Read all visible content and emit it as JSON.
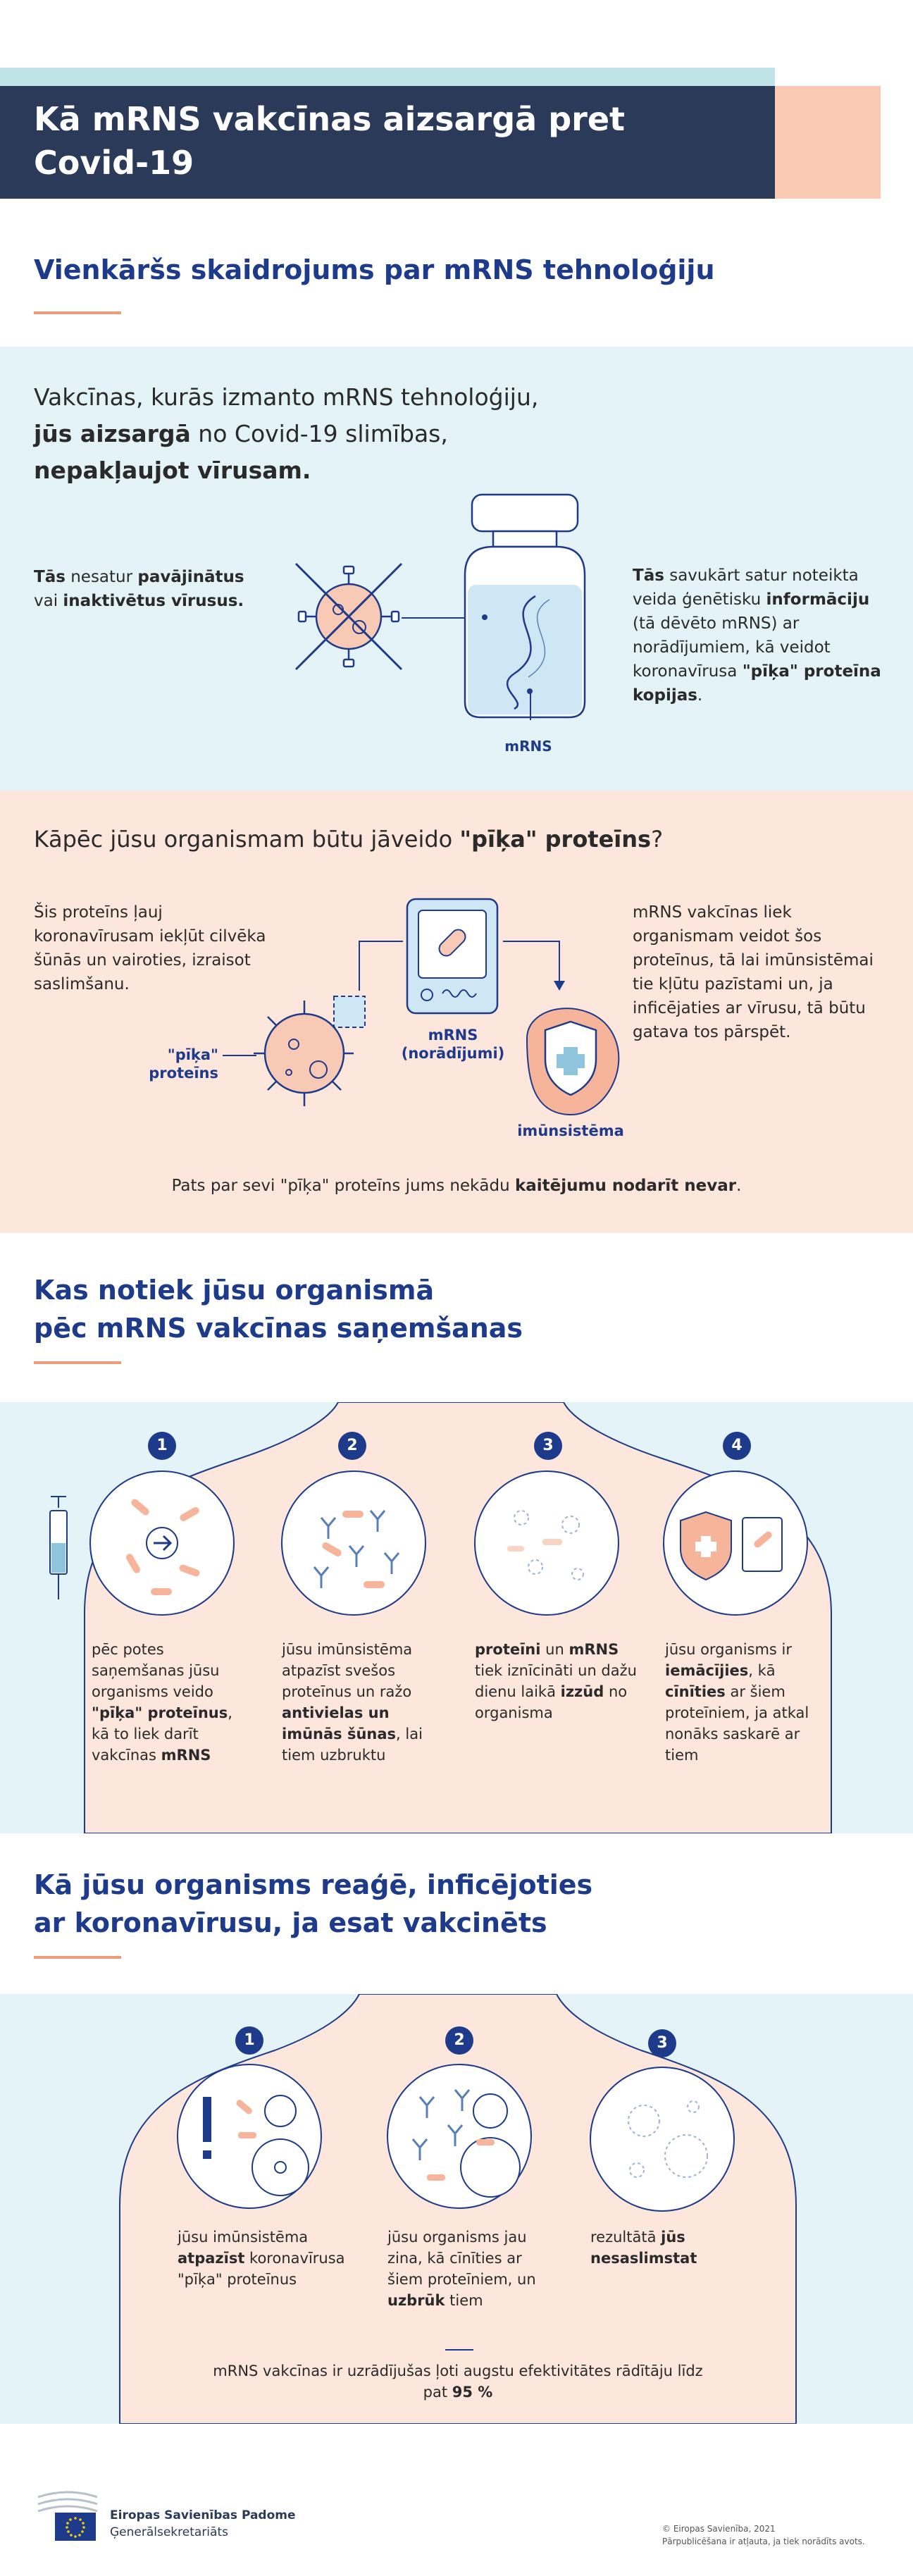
{
  "header": {
    "title": "Kā mRNS vakcīnas aizsargā pret Covid-19"
  },
  "section1": {
    "title": "Vienkāršs skaidrojums par mRNS tehnoloģiju",
    "intro_a": "Vakcīnas, kurās izmanto mRNS tehnoloģiju,",
    "intro_b_bold": "jūs aizsargā",
    "intro_b_rest": " no Covid-19 slimības,",
    "intro_c_bold": "nepakļaujot vīrusam.",
    "left_bold1": "Tās",
    "left_t1": " nesatur ",
    "left_bold2": "pavājinātus",
    "left_t2": " vai ",
    "left_bold3": "inaktivētus vīrusus.",
    "right_bold1": "Tās",
    "right_t1": " savukārt satur noteikta veida ģenētisku ",
    "right_bold2": "informāciju",
    "right_t2": " (tā dēvēto mRNS) ar norādījumiem, kā veidot koronavīrusa ",
    "right_bold3": "\"pīķa\" proteīna kopijas",
    "right_t3": ".",
    "mrns_label": "mRNS"
  },
  "section2": {
    "title_a": "Kāpēc jūsu organismam būtu jāveido ",
    "title_bold": "\"pīķa\" proteīns",
    "title_b": "?",
    "left_text": "Šis proteīns ļauj koronavīrusam iekļūt cilvēka šūnās un vairoties, izraisot saslimšanu.",
    "right_text": "mRNS vakcīnas liek organismam veidot šos proteīnus, tā lai imūnsistēmai tie kļūtu pazīstami un, ja inficējaties ar vīrusu, tā būtu gatava tos pārspēt.",
    "spike_label": "\"pīķa\" proteīns",
    "mrns_label_1": "mRNS",
    "mrns_label_2": "(norādījumi)",
    "immune_label": "imūnsistēma",
    "bottom_a": "Pats par sevi \"pīķa\" proteīns jums nekādu ",
    "bottom_bold": "kaitējumu nodarīt nevar",
    "bottom_b": "."
  },
  "section3": {
    "title_line1": "Kas notiek jūsu organismā",
    "title_line2": "pēc mRNS vakcīnas saņemšanas",
    "steps": [
      {
        "num": "1",
        "t1": "pēc potes saņemšanas jūsu organisms veido ",
        "b1": "\"pīķa\" proteīnus",
        "t2": ", kā to liek darīt vakcīnas ",
        "b2": "mRNS",
        "t3": ""
      },
      {
        "num": "2",
        "t1": "jūsu imūnsistēma atpazīst svešos proteīnus un ražo ",
        "b1": "antivielas un imūnās šūnas",
        "t2": ", lai tiem uzbruktu",
        "b2": "",
        "t3": ""
      },
      {
        "num": "3",
        "t1": "",
        "b1": "proteīni",
        "t2": " un ",
        "b2": "mRNS",
        "t3": " tiek iznīcināti un dažu dienu laikā ",
        "b3": "izzūd",
        "t4": " no organisma"
      },
      {
        "num": "4",
        "t1": "jūsu organisms ir ",
        "b1": "iemācījies",
        "t2": ", kā ",
        "b2": "cīnīties",
        "t3": " ar šiem proteīniem, ja atkal nonāks saskarē ar tiem"
      }
    ]
  },
  "section4": {
    "title_line1": "Kā jūsu organisms reaģē, inficējoties",
    "title_line2": "ar koronavīrusu, ja esat vakcinēts",
    "steps": [
      {
        "num": "1",
        "t1": "jūsu imūnsistēma ",
        "b1": "atpazīst",
        "t2": " koronavīrusa \"pīķa\" proteīnus"
      },
      {
        "num": "2",
        "t1": "jūsu organisms jau zina, kā cīnīties ar šiem proteīniem, un ",
        "b1": "uzbrūk",
        "t2": " tiem"
      },
      {
        "num": "3",
        "t1": "rezultātā ",
        "b1": "jūs nesaslimstat",
        "t2": ""
      }
    ],
    "efficacy_a": "mRNS vakcīnas ir uzrādījušas ļoti augstu efektivitātes rādītāju līdz pat ",
    "efficacy_bold": "95 %"
  },
  "footer": {
    "org": "Eiropas Savienības Padome",
    "sub": "Ģenerālsekretariāts",
    "copyright": "© Eiropas Savienība, 2021",
    "reuse": "Pārpublicēšana ir atļauta, ja tiek norādīts avots."
  },
  "colors": {
    "navy": "#1e3a8a",
    "accent": "#ef9b76",
    "blue_band": "#e4f3f7",
    "peach_band": "#fde7dd",
    "hero": "#2a3a58"
  }
}
